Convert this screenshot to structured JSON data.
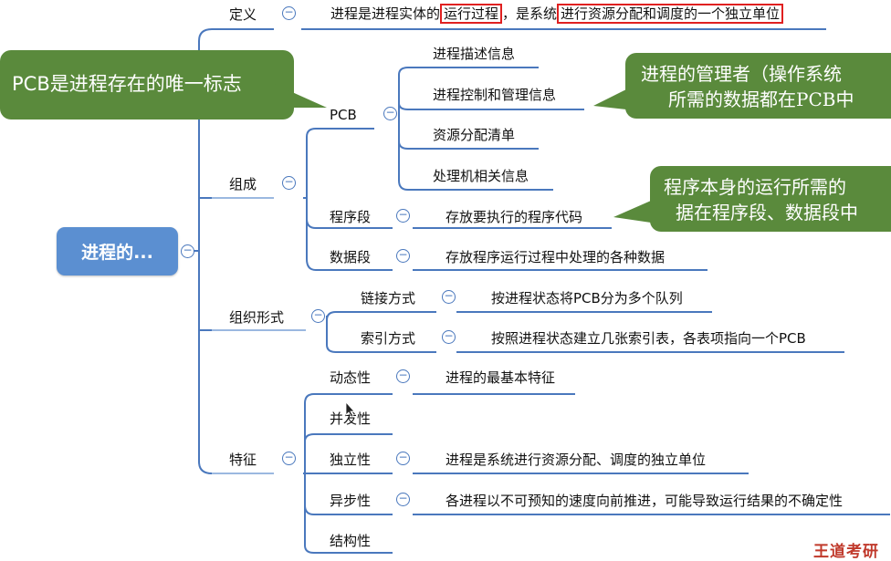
{
  "root": "进程的...",
  "branches": {
    "definition": {
      "label": "定义",
      "content_pre": "进程是进程实体的",
      "content_hl1": "运行过程",
      "content_mid": "，是系统",
      "content_hl2": "进行资源分配和调度的一个独立单位"
    },
    "composition": {
      "label": "组成",
      "pcb": {
        "label": "PCB",
        "items": [
          "进程描述信息",
          "进程控制和管理信息",
          "资源分配清单",
          "处理机相关信息"
        ]
      },
      "program_segment": {
        "label": "程序段",
        "desc": "存放要执行的程序代码"
      },
      "data_segment": {
        "label": "数据段",
        "desc": "存放程序运行过程中处理的各种数据"
      }
    },
    "organization": {
      "label": "组织形式",
      "linked": {
        "label": "链接方式",
        "desc": "按进程状态将PCB分为多个队列"
      },
      "indexed": {
        "label": "索引方式",
        "desc": "按照进程状态建立几张索引表，各表项指向一个PCB"
      }
    },
    "features": {
      "label": "特征",
      "dynamic": {
        "label": "动态性",
        "desc": "进程的最基本特征"
      },
      "concurrency": {
        "label": "并发性"
      },
      "independence": {
        "label": "独立性",
        "desc": "进程是系统进行资源分配、调度的独立单位"
      },
      "asynchrony": {
        "label": "异步性",
        "desc": "各进程以不可预知的速度向前推进，可能导致运行结果的不确定性"
      },
      "structure": {
        "label": "结构性"
      }
    }
  },
  "callouts": {
    "pcb_unique": "PCB是进程存在的唯一标志",
    "manager_line1": "进程的管理者（操作系统",
    "manager_line2": "所需的数据都在PCB中",
    "program_line1": "程序本身的运行所需的",
    "program_line2": "据在程序段、数据段中"
  },
  "watermark": "王道考研",
  "colors": {
    "root_bg": "#5b8fd1",
    "line": "#4a78bd",
    "callout_bg": "#5a8a3c",
    "highlight": "#e02020"
  }
}
